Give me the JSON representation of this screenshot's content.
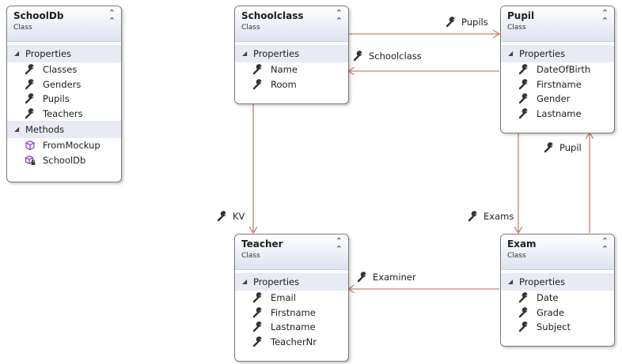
{
  "classes": {
    "schooldb": {
      "name": "SchoolDb",
      "kind": "Class",
      "properties_label": "Properties",
      "properties": [
        "Classes",
        "Genders",
        "Pupils",
        "Teachers"
      ],
      "methods_label": "Methods",
      "methods": [
        "FromMockup",
        "SchoolDb"
      ]
    },
    "schoolclass": {
      "name": "Schoolclass",
      "kind": "Class",
      "properties_label": "Properties",
      "properties": [
        "Name",
        "Room"
      ]
    },
    "pupil": {
      "name": "Pupil",
      "kind": "Class",
      "properties_label": "Properties",
      "properties": [
        "DateOfBirth",
        "Firstname",
        "Gender",
        "Lastname"
      ]
    },
    "teacher": {
      "name": "Teacher",
      "kind": "Class",
      "properties_label": "Properties",
      "properties": [
        "Email",
        "Firstname",
        "Lastname",
        "TeacherNr"
      ]
    },
    "exam": {
      "name": "Exam",
      "kind": "Class",
      "properties_label": "Properties",
      "properties": [
        "Date",
        "Grade",
        "Subject"
      ]
    }
  },
  "associations": {
    "pupils": "Pupils",
    "schoolclass": "Schoolclass",
    "pupil": "Pupil",
    "kv": "KV",
    "exams": "Exams",
    "examiner": "Examiner"
  },
  "colors": {
    "connector": "#c8826a",
    "header_end": "#dde3f0",
    "section": "#e8ebf3",
    "border": "#7a7a7a"
  }
}
